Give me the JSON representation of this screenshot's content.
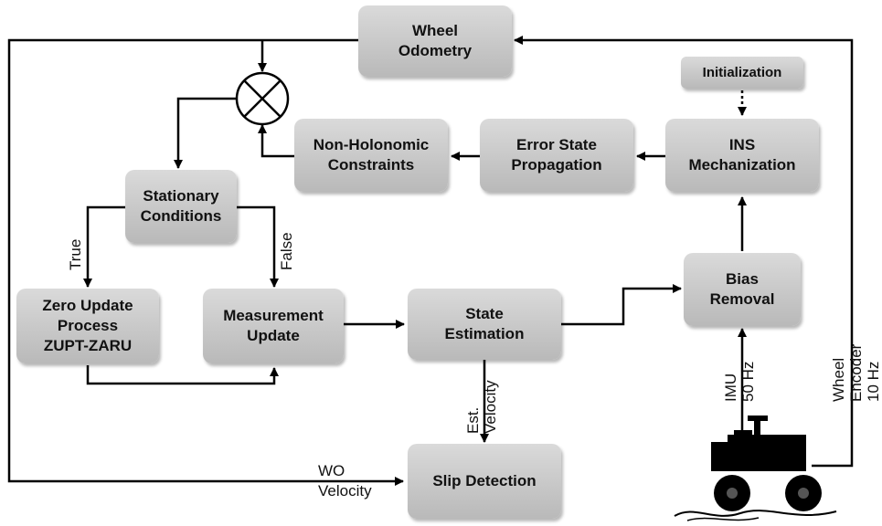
{
  "blocks": {
    "wheel_odometry": "Wheel\nOdometry",
    "initialization": "Initialization",
    "non_holonomic": "Non-Holonomic\nConstraints",
    "error_state": "Error State\nPropagation",
    "ins_mechanization": "INS\nMechanization",
    "stationary": "Stationary\nConditions",
    "zupt": "Zero Update\nProcess\nZUPT-ZARU",
    "measurement_update": "Measurement\nUpdate",
    "state_estimation": "State\nEstimation",
    "bias_removal": "Bias\nRemoval",
    "slip_detection": "Slip Detection"
  },
  "labels": {
    "true": "True",
    "false": "False",
    "est_velocity": "Est.\nVelocity",
    "wo_velocity": "WO\nVelocity",
    "imu": "IMU\n50 Hz",
    "wheel_encoder": "Wheel Encoder\n10 Hz"
  },
  "colors": {
    "box_fill": "#c8c8c8",
    "line": "#000000"
  },
  "icons": {
    "combiner": "circle-cross-icon",
    "robot": "wheeled-robot-icon"
  }
}
